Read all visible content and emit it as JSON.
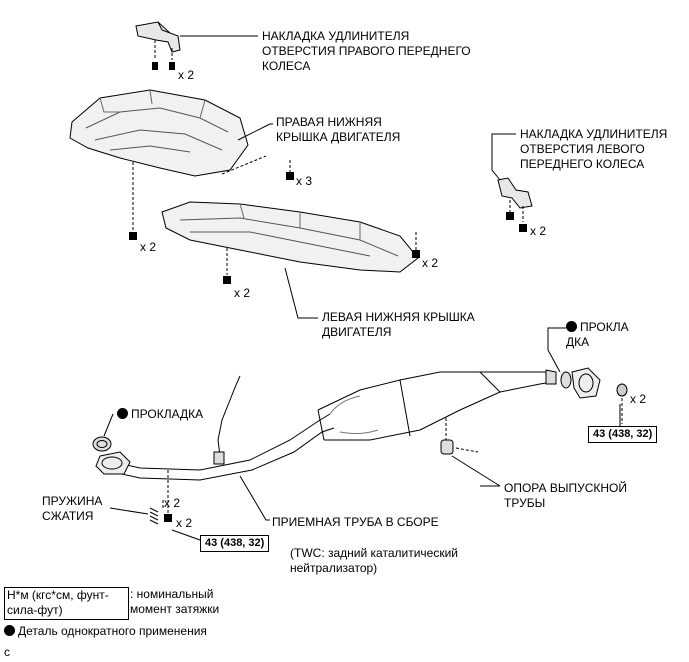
{
  "labels": {
    "right_wheel_extension": "НАКЛАДКА УДЛИНИТЕЛЯ\nОТВЕРСТИЯ ПРАВОГО ПЕРЕДНЕГО\nКОЛЕСА",
    "right_engine_cover": "ПРАВАЯ НИЖНЯЯ\nКРЫШКА ДВИГАТЕЛЯ",
    "left_wheel_extension": "НАКЛАДКА УДЛИНИТЕЛЯ\nОТВЕРСТИЯ ЛЕВОГО\nПЕРЕДНЕГО КОЛЕСА",
    "left_engine_cover": "ЛЕВАЯ НИЖНЯЯ КРЫШКА\nДВИГАТЕЛЯ",
    "gasket_rear": "ПРОКЛА\nДКА",
    "gasket_front": "ПРОКЛАДКА",
    "spring": "ПРУЖИНА\nСЖАТИЯ",
    "exhaust_support": "ОПОРА ВЫПУСКНОЙ\nТРУБЫ",
    "front_pipe": "ПРИЕМНАЯ ТРУБА В СБОРЕ",
    "twc_note": "(TWC: задний каталитический\nнейтрализатор)"
  },
  "quantities": {
    "q_right_ext": "x 2",
    "q_right_cover": "x 3",
    "q_left_bolts": "x 2",
    "q_cover_left": "x 2",
    "q_cover_right": "x 2",
    "q_left_cover_bottom": "x 2",
    "q_rear_nut": "x 2",
    "q_spring": "x 2",
    "q_front_bolt": "x 2"
  },
  "torques": {
    "rear": "43 (438, 32)",
    "front": "43 (438, 32)"
  },
  "legend": {
    "unit": "Н*м (кгс*см, фунт-\nсила-фут)",
    "unit_desc": ": номинальный\nмомент затяжки",
    "single_use": "Деталь однократного применения",
    "corner_code": "c"
  }
}
